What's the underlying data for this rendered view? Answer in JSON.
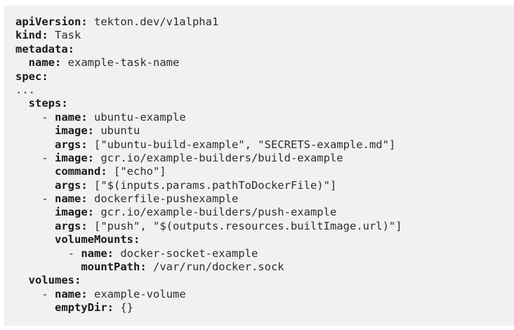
{
  "theme": {
    "page_bg": "#ffffff",
    "panel_bg": "#f1f1f1",
    "key_color": "#1a1a1a",
    "text_color": "#2e2e2e"
  },
  "code": {
    "language": "yaml",
    "lines": [
      {
        "tokens": [
          {
            "type": "key",
            "text": "apiVersion:"
          },
          {
            "type": "plain",
            "text": " tekton.dev/v1alpha1"
          }
        ]
      },
      {
        "tokens": [
          {
            "type": "key",
            "text": "kind:"
          },
          {
            "type": "plain",
            "text": " Task"
          }
        ]
      },
      {
        "tokens": [
          {
            "type": "key",
            "text": "metadata:"
          }
        ]
      },
      {
        "tokens": [
          {
            "type": "plain",
            "text": "  "
          },
          {
            "type": "key",
            "text": "name:"
          },
          {
            "type": "plain",
            "text": " example-task-name"
          }
        ]
      },
      {
        "tokens": [
          {
            "type": "key",
            "text": "spec:"
          }
        ]
      },
      {
        "tokens": [
          {
            "type": "plain",
            "text": "..."
          }
        ]
      },
      {
        "tokens": [
          {
            "type": "plain",
            "text": "  "
          },
          {
            "type": "key",
            "text": "steps:"
          }
        ]
      },
      {
        "tokens": [
          {
            "type": "plain",
            "text": "    - "
          },
          {
            "type": "key",
            "text": "name:"
          },
          {
            "type": "plain",
            "text": " ubuntu-example"
          }
        ]
      },
      {
        "tokens": [
          {
            "type": "plain",
            "text": "      "
          },
          {
            "type": "key",
            "text": "image:"
          },
          {
            "type": "plain",
            "text": " ubuntu"
          }
        ]
      },
      {
        "tokens": [
          {
            "type": "plain",
            "text": "      "
          },
          {
            "type": "key",
            "text": "args:"
          },
          {
            "type": "plain",
            "text": " [\"ubuntu-build-example\", \"SECRETS-example.md\"]"
          }
        ]
      },
      {
        "tokens": [
          {
            "type": "plain",
            "text": "    - "
          },
          {
            "type": "key",
            "text": "image:"
          },
          {
            "type": "plain",
            "text": " gcr.io/example-builders/build-example"
          }
        ]
      },
      {
        "tokens": [
          {
            "type": "plain",
            "text": "      "
          },
          {
            "type": "key",
            "text": "command:"
          },
          {
            "type": "plain",
            "text": " [\"echo\"]"
          }
        ]
      },
      {
        "tokens": [
          {
            "type": "plain",
            "text": "      "
          },
          {
            "type": "key",
            "text": "args:"
          },
          {
            "type": "plain",
            "text": " [\"$(inputs.params.pathToDockerFile)\"]"
          }
        ]
      },
      {
        "tokens": [
          {
            "type": "plain",
            "text": "    - "
          },
          {
            "type": "key",
            "text": "name:"
          },
          {
            "type": "plain",
            "text": " dockerfile-pushexample"
          }
        ]
      },
      {
        "tokens": [
          {
            "type": "plain",
            "text": "      "
          },
          {
            "type": "key",
            "text": "image:"
          },
          {
            "type": "plain",
            "text": " gcr.io/example-builders/push-example"
          }
        ]
      },
      {
        "tokens": [
          {
            "type": "plain",
            "text": "      "
          },
          {
            "type": "key",
            "text": "args:"
          },
          {
            "type": "plain",
            "text": " [\"push\", \"$(outputs.resources.builtImage.url)\"]"
          }
        ]
      },
      {
        "tokens": [
          {
            "type": "plain",
            "text": "      "
          },
          {
            "type": "key",
            "text": "volumeMounts:"
          }
        ]
      },
      {
        "tokens": [
          {
            "type": "plain",
            "text": "        - "
          },
          {
            "type": "key",
            "text": "name:"
          },
          {
            "type": "plain",
            "text": " docker-socket-example"
          }
        ]
      },
      {
        "tokens": [
          {
            "type": "plain",
            "text": "          "
          },
          {
            "type": "key",
            "text": "mountPath:"
          },
          {
            "type": "plain",
            "text": " /var/run/docker.sock"
          }
        ]
      },
      {
        "tokens": [
          {
            "type": "plain",
            "text": "  "
          },
          {
            "type": "key",
            "text": "volumes:"
          }
        ]
      },
      {
        "tokens": [
          {
            "type": "plain",
            "text": "    - "
          },
          {
            "type": "key",
            "text": "name:"
          },
          {
            "type": "plain",
            "text": " example-volume"
          }
        ]
      },
      {
        "tokens": [
          {
            "type": "plain",
            "text": "      "
          },
          {
            "type": "key",
            "text": "emptyDir:"
          },
          {
            "type": "plain",
            "text": " {}"
          }
        ]
      }
    ]
  }
}
